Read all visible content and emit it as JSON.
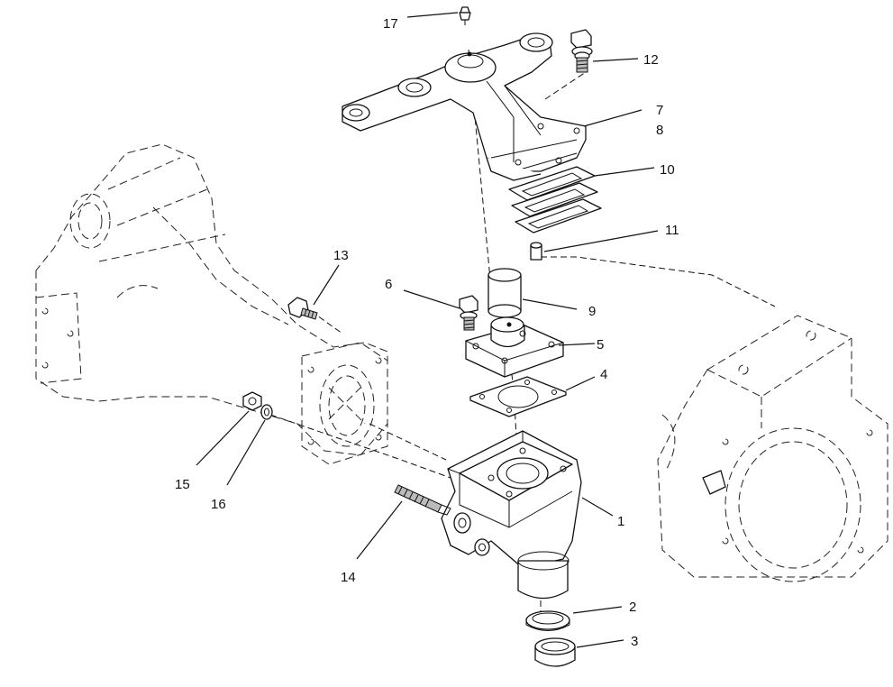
{
  "title": "",
  "callouts": [
    {
      "id": "c1",
      "text": "1"
    },
    {
      "id": "c2",
      "text": "2"
    },
    {
      "id": "c3",
      "text": "3"
    },
    {
      "id": "c4",
      "text": "4"
    },
    {
      "id": "c5",
      "text": "5"
    },
    {
      "id": "c6",
      "text": "6"
    },
    {
      "id": "c7",
      "text": "7"
    },
    {
      "id": "c8",
      "text": "8"
    },
    {
      "id": "c9",
      "text": "9"
    },
    {
      "id": "c10",
      "text": "10"
    },
    {
      "id": "c11",
      "text": "11"
    },
    {
      "id": "c12",
      "text": "12"
    },
    {
      "id": "c13",
      "text": "13"
    },
    {
      "id": "c14",
      "text": "14"
    },
    {
      "id": "c15",
      "text": "15"
    },
    {
      "id": "c16",
      "text": "16"
    },
    {
      "id": "c17",
      "text": "17"
    }
  ]
}
